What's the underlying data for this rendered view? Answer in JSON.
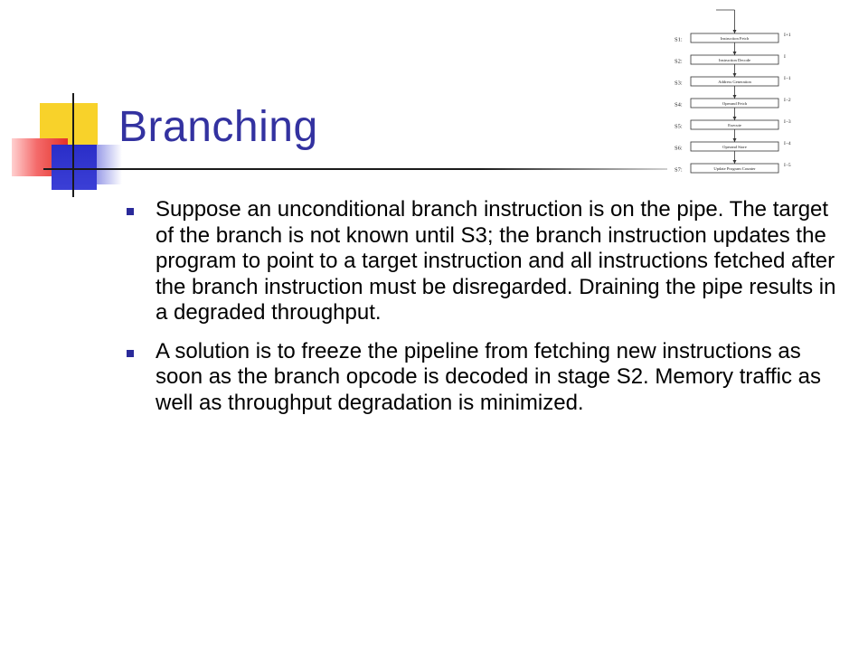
{
  "slide": {
    "title": "Branching",
    "bullets": [
      "Suppose an unconditional branch instruction is on the pipe. The target of the branch is not known until S3; the branch instruction updates the program to point to a target instruction and all instructions fetched after the branch instruction must be disregarded. Draining the pipe results in a degraded throughput.",
      "A solution is to freeze the pipeline from fetching new instructions as soon as the branch opcode is decoded in stage S2. Memory traffic as well as throughput degradation is minimized."
    ]
  },
  "diagram": {
    "stages": [
      {
        "label": "S1:",
        "box": "Instruction Fetch",
        "time": "I+1"
      },
      {
        "label": "S2:",
        "box": "Instruction Decode",
        "time": "I"
      },
      {
        "label": "S3:",
        "box": "Address Generation",
        "time": "I−1"
      },
      {
        "label": "S4:",
        "box": "Operand Fetch",
        "time": "I−2"
      },
      {
        "label": "S5:",
        "box": "Execute",
        "time": "I−3"
      },
      {
        "label": "S6:",
        "box": "Operand Store",
        "time": "I−4"
      },
      {
        "label": "S7:",
        "box": "Update Program Counter",
        "time": "I−5"
      }
    ]
  },
  "colors": {
    "title": "#3332a0",
    "bullet": "#2a2a9a",
    "accent_yellow": "#f8d22a",
    "accent_red": "#e3322a",
    "accent_blue": "#2a2ec8"
  }
}
